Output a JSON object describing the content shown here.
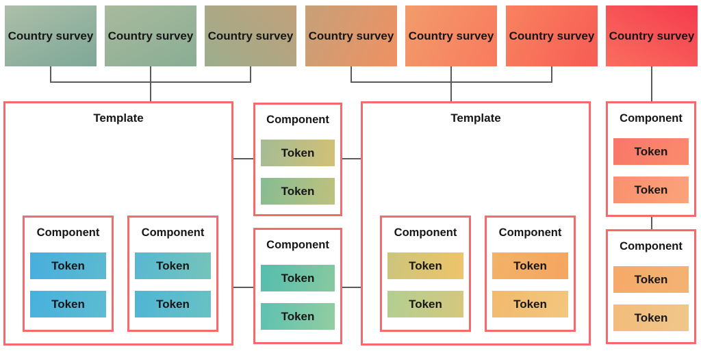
{
  "colors": {
    "background": "#ffffff",
    "box_border": "#f76a6c",
    "connector": "#5a5a5a",
    "text": "#161616"
  },
  "surveys": [
    {
      "label": "Country survey",
      "bg": "linear-gradient(155deg, #adbfa9, #7ea798)"
    },
    {
      "label": "Country survey",
      "bg": "linear-gradient(155deg, #a9ba9e, #8aad94)"
    },
    {
      "label": "Country survey",
      "bg": "linear-gradient(45deg, #9cad8d, #c0a17b)"
    },
    {
      "label": "Country survey",
      "bg": "linear-gradient(115deg, #c6a179, #ef9162)"
    },
    {
      "label": "Country survey",
      "bg": "linear-gradient(115deg, #f19c6b, #f97a5e)"
    },
    {
      "label": "Country survey",
      "bg": "linear-gradient(115deg, #f8825f, #f75c54)"
    },
    {
      "label": "Country survey",
      "bg": "linear-gradient(30deg, #f96e5f, #f43c4e)"
    }
  ],
  "left_template": {
    "label": "Template",
    "components": [
      {
        "label": "Component",
        "tokens": [
          {
            "label": "Token",
            "bg": "linear-gradient(100deg, #48aedd, #5cb9d0)"
          },
          {
            "label": "Token",
            "bg": "linear-gradient(100deg, #47b0dd, #5dbcd1)"
          }
        ]
      },
      {
        "label": "Component",
        "tokens": [
          {
            "label": "Token",
            "bg": "linear-gradient(100deg, #58b7d1, #74c4ba)"
          },
          {
            "label": "Token",
            "bg": "linear-gradient(100deg, #50b5d5, #68c1c3)"
          }
        ]
      }
    ]
  },
  "bridge_components": [
    {
      "label": "Component",
      "tokens": [
        {
          "label": "Token",
          "bg": "linear-gradient(100deg, #a4bc95, #d2c075)"
        },
        {
          "label": "Token",
          "bg": "linear-gradient(100deg, #86bc93, #bfc17c)"
        }
      ]
    },
    {
      "label": "Component",
      "tokens": [
        {
          "label": "Token",
          "bg": "linear-gradient(100deg, #54bdae, #87c99f)"
        },
        {
          "label": "Token",
          "bg": "linear-gradient(100deg, #5dc1b1, #92cda0)"
        }
      ]
    }
  ],
  "right_template": {
    "label": "Template",
    "components": [
      {
        "label": "Component",
        "tokens": [
          {
            "label": "Token",
            "bg": "linear-gradient(100deg, #cbc57c, #eec46a)"
          },
          {
            "label": "Token",
            "bg": "linear-gradient(100deg, #b2cf92, #d5c77d)"
          }
        ]
      },
      {
        "label": "Component",
        "tokens": [
          {
            "label": "Token",
            "bg": "linear-gradient(100deg, #f2b268, #f5a560)"
          },
          {
            "label": "Token",
            "bg": "linear-gradient(100deg, #f2ba6e, #f3c67e)"
          }
        ]
      }
    ]
  },
  "right_components": [
    {
      "label": "Component",
      "tokens": [
        {
          "label": "Token",
          "bg": "linear-gradient(100deg, #f97767, #fa8a6c)"
        },
        {
          "label": "Token",
          "bg": "linear-gradient(100deg, #f9906e, #fba37a)"
        }
      ]
    },
    {
      "label": "Component",
      "tokens": [
        {
          "label": "Token",
          "bg": "linear-gradient(100deg, #f5a968, #f4b373)"
        },
        {
          "label": "Token",
          "bg": "linear-gradient(100deg, #f2bc7b, #efc78a)"
        }
      ]
    }
  ]
}
